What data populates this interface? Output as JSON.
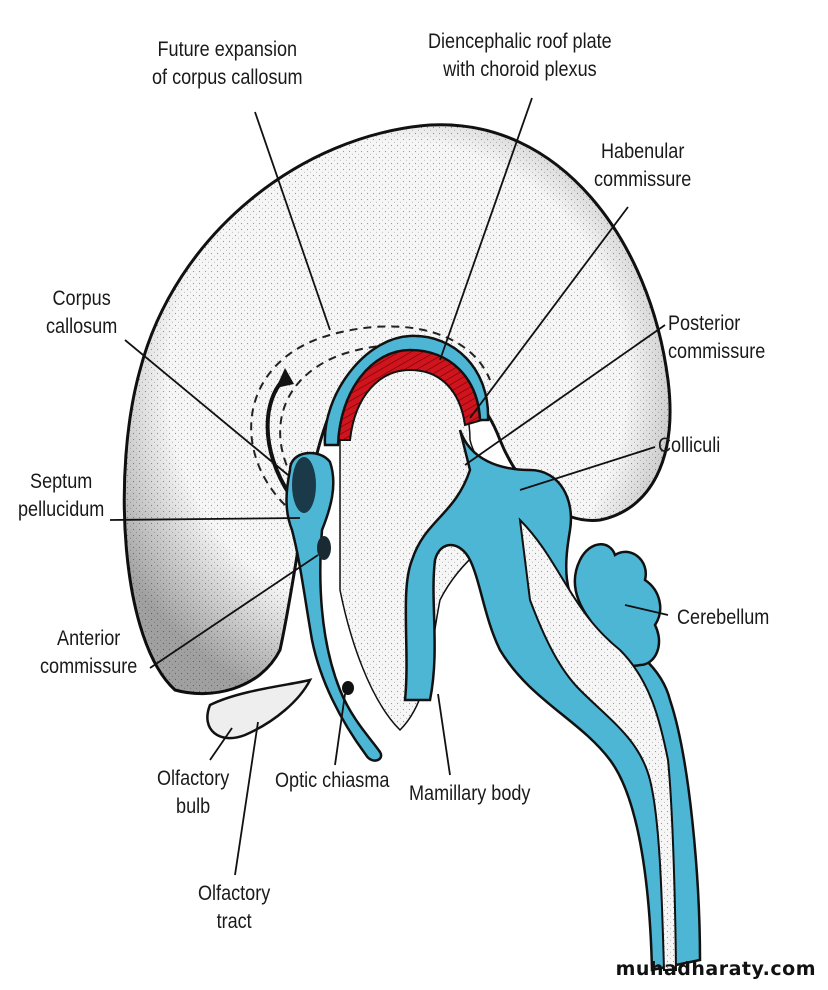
{
  "diagram": {
    "subject": "Embryonic brain, medial (sagittal) view",
    "colors": {
      "ventricle": "#4db6d4",
      "choroid_plexus": "#d0141e",
      "outline": "#111111",
      "tissue": "#f4f4f4"
    },
    "labels": {
      "future_expansion": [
        "Future expansion",
        "of corpus callosum"
      ],
      "diencephalic_roof": [
        "Diencephalic roof plate",
        "with choroid plexus"
      ],
      "habenular": [
        "Habenular",
        "commissure"
      ],
      "corpus_callosum": [
        "Corpus",
        "callosum"
      ],
      "posterior_commissure": [
        "Posterior",
        "commissure"
      ],
      "colliculi": "Colliculi",
      "septum": [
        "Septum",
        "pellucidum"
      ],
      "cerebellum": "Cerebellum",
      "anterior_commissure": [
        "Anterior",
        "commissure"
      ],
      "olfactory_bulb": [
        "Olfactory",
        "bulb"
      ],
      "optic_chiasma": "Optic chiasma",
      "mamillary_body": "Mamillary body",
      "olfactory_tract": [
        "Olfactory",
        "tract"
      ]
    }
  },
  "watermark": "muhadharaty.com"
}
